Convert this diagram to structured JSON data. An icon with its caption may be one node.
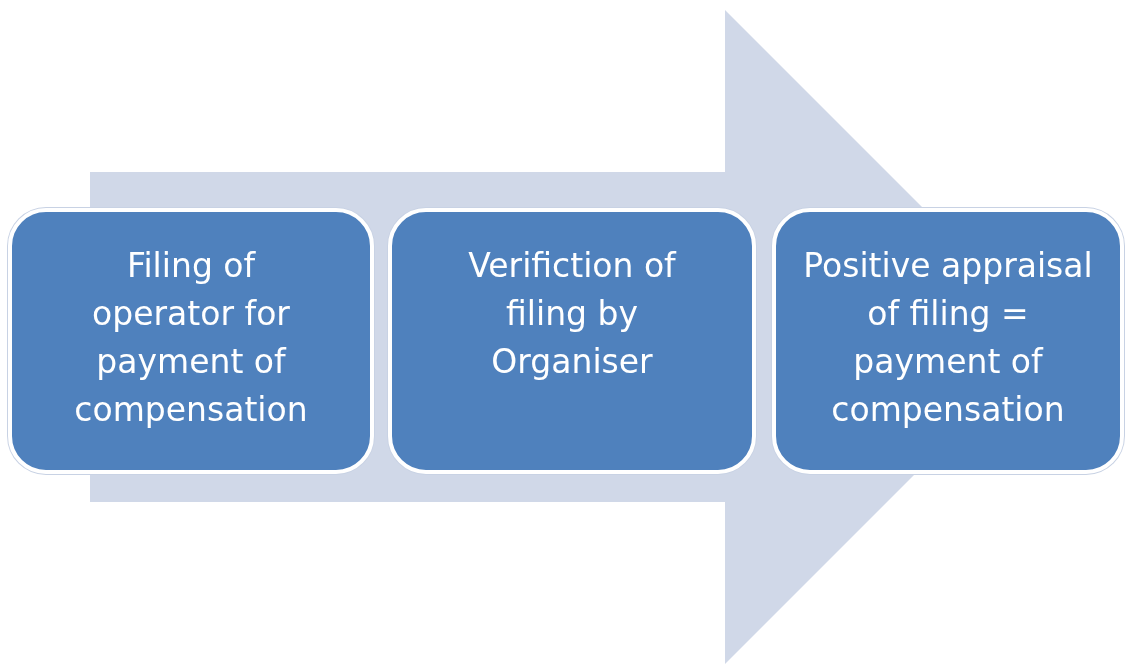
{
  "diagram": {
    "nodes": [
      {
        "text": [
          "Filing of operator for payment of compensation"
        ]
      },
      {
        "text": [
          "Verifiction of filing by Organiser"
        ]
      },
      {
        "text": [
          "Positive appraisal of filing = payment of compensation"
        ]
      }
    ],
    "edges": [
      {
        "from": 0,
        "to": 2,
        "arrow": "to"
      }
    ]
  }
}
